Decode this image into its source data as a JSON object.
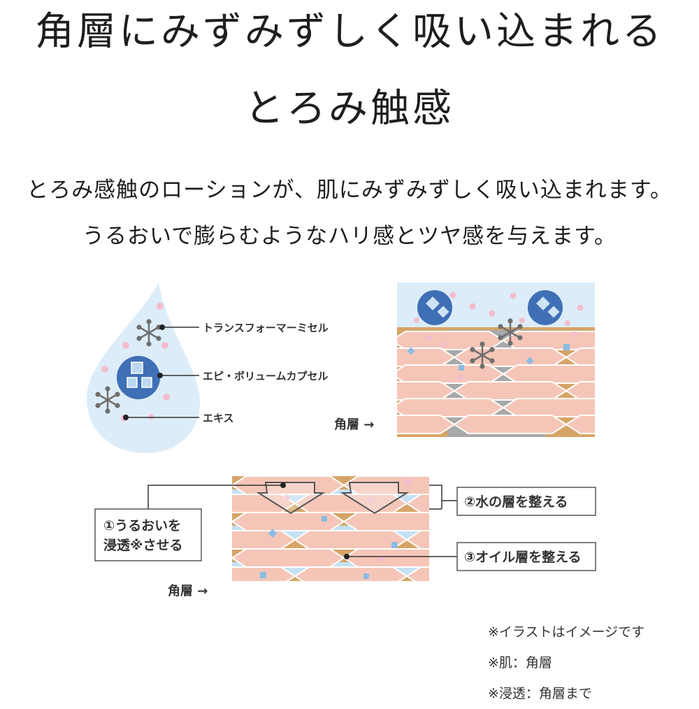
{
  "headline": {
    "line1": "角層にみずみずしく吸い込まれる",
    "line2": "とろみ触感"
  },
  "body": {
    "line1": "とろみ感触のローションが、肌にみずみずしく吸い込まれます。",
    "line2": "うるおいで膨らむようなハリ感とツヤ感を与えます。"
  },
  "drop_diagram": {
    "label_1": "トランスフォーマーミセル",
    "label_2": "エピ・ボリュームカプセル",
    "label_3": "エキス"
  },
  "layer_diagram_top": {
    "label": "角層 →"
  },
  "layer_diagram_bottom": {
    "label": "角層 →",
    "callout_1_line1": "①うるおいを",
    "callout_1_line2": "浸透※させる",
    "callout_2": "②水の層を整える",
    "callout_3": "③オイル層を整える"
  },
  "notes": [
    "※イラストはイメージです",
    "※肌：角層",
    "※浸透：角層まで"
  ],
  "colors": {
    "drop": "#dcedf9",
    "capsule": "#3f6fb5",
    "micelle": "#7a7a7a",
    "pink_dot": "#f4bccd",
    "cell_pink": "#f5c6b8",
    "cell_border": "#ffffff",
    "lipid_tan": "#d6a466",
    "lipid_gray": "#a8a8a8",
    "water_blue": "#c5e1f3",
    "square_blue": "#8bbce3"
  },
  "icons": [
    "micelle-icon",
    "capsule-icon",
    "extract-dot-icon",
    "arrow-right-icon",
    "down-arrow-icon"
  ]
}
